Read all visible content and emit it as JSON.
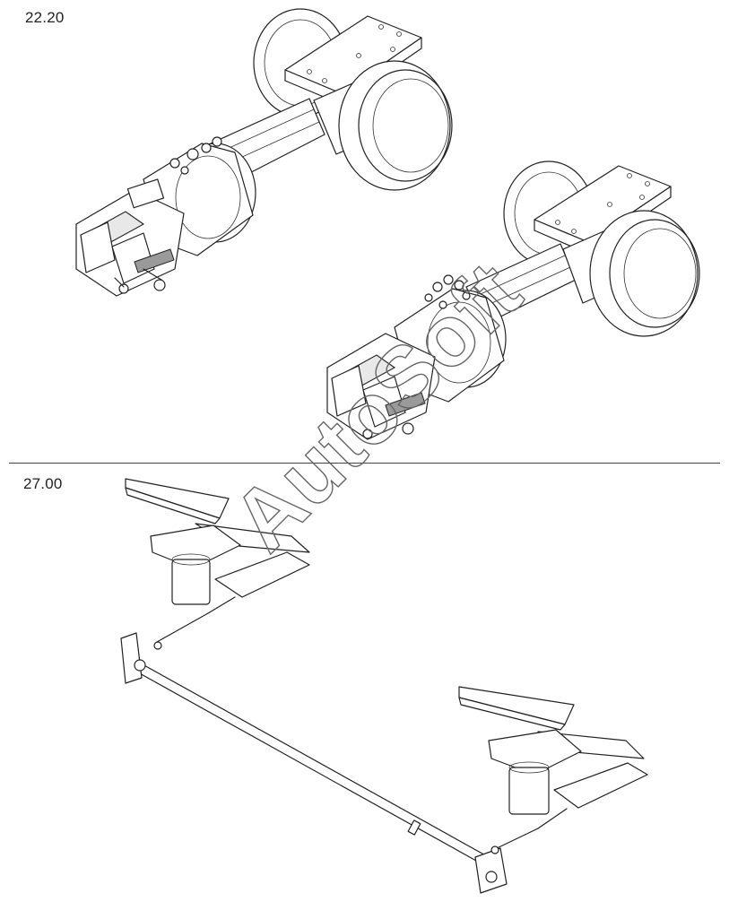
{
  "sections": [
    {
      "id": "top",
      "label": "22.20"
    },
    {
      "id": "bottom",
      "label": "27.00"
    }
  ],
  "watermark": {
    "text": "AutoSoft"
  }
}
